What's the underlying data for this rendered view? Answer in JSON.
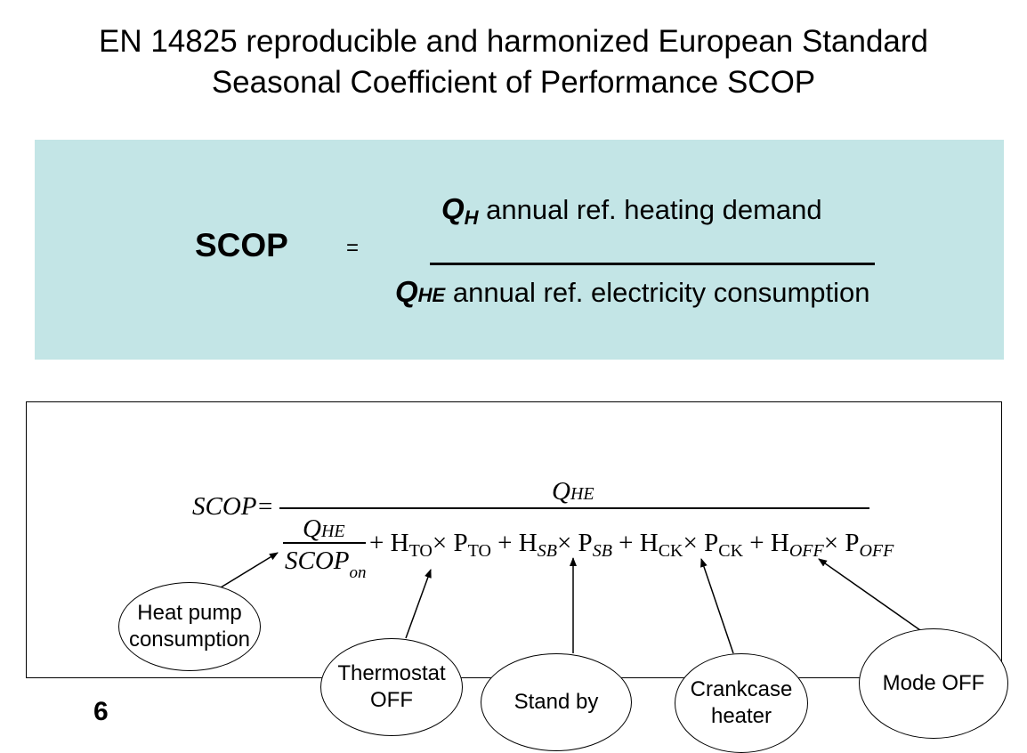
{
  "title": {
    "line1": "EN 14825 reproducible and harmonized European Standard",
    "line2": "Seasonal Coefficient of Performance SCOP"
  },
  "definition": {
    "lhs": "SCOP",
    "equals": "=",
    "numerator_symbol": "Q",
    "numerator_sub": "H",
    "numerator_text": " annual ref. heating demand",
    "denominator_symbol": "Q",
    "denominator_sub": "HE",
    "denominator_text": " annual ref. electricity consumption"
  },
  "formula": {
    "lhs": "SCOP",
    "equals": "=",
    "numerator": "Q",
    "numerator_sub": "HE",
    "inner_num": "Q",
    "inner_num_sub": "HE",
    "inner_den": "SCOP",
    "inner_den_sub": "on",
    "terms": "+ H",
    "t_to_sub": "TO",
    "x1": "× P",
    "t_to_sub2": "TO",
    "plus2": "+ H",
    "sb_sub": "SB",
    "x2": "× P",
    "sb_sub2": "SB",
    "plus3": "+ H",
    "ck_sub": "CK",
    "x3": "× P",
    "ck_sub2": "CK",
    "plus4": "+ H",
    "off_sub": "OFF",
    "x4": "× P",
    "off_sub2": "OFF"
  },
  "bubbles": {
    "heat_pump": "Heat pump\nconsumption",
    "thermostat": "Thermostat\nOFF",
    "standby": "Stand by",
    "crankcase": "Crankcase\nheater",
    "mode_off": "Mode OFF"
  },
  "page_number": "6"
}
